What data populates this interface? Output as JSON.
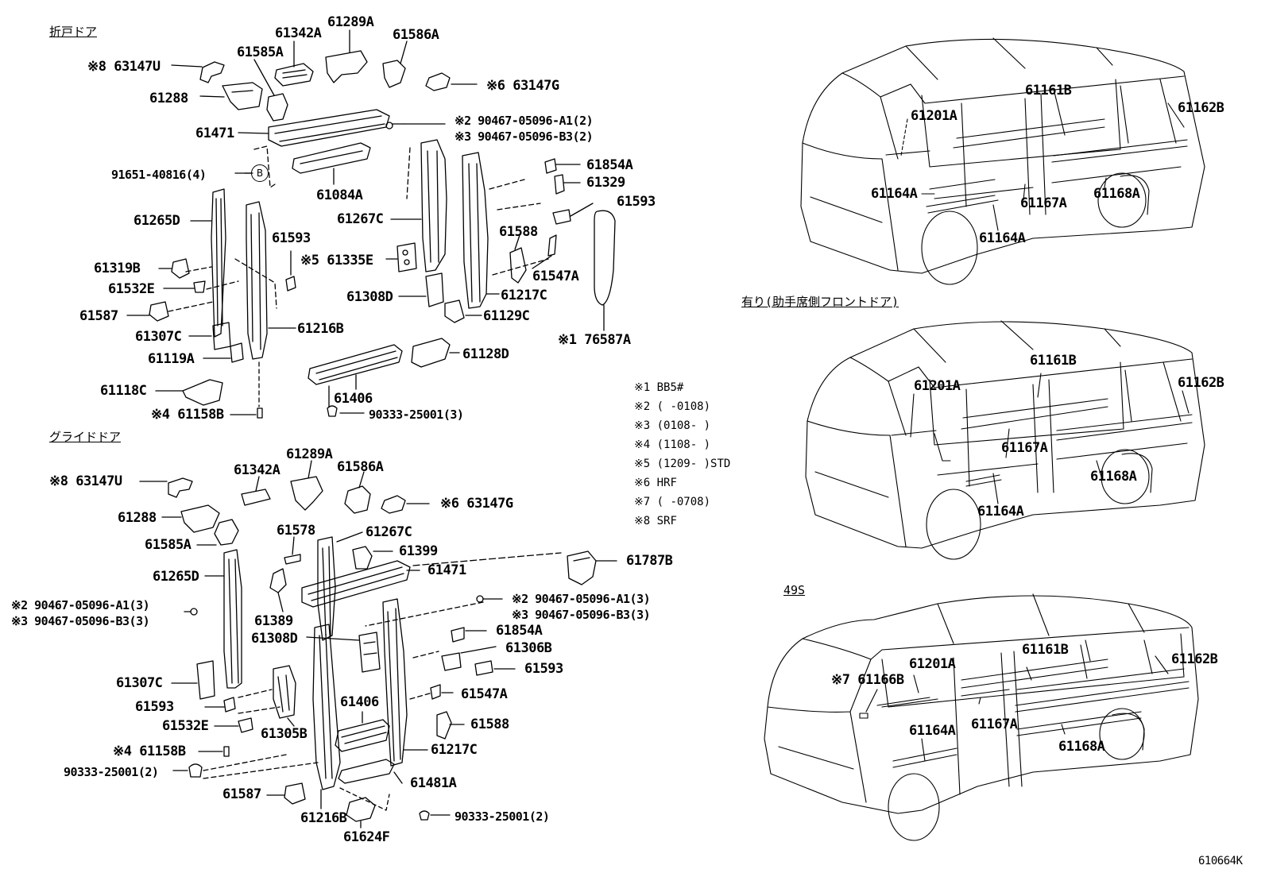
{
  "headers": {
    "folding_door": "折戸ドア",
    "glide_door": "グライドドア",
    "variant_front": "有り(助手席側フロントドア)",
    "variant_49s": "49S"
  },
  "code_ref": "610664K",
  "legend": [
    "※1 BB5#",
    "※2 (      -0108)",
    "※3 (0108-      )",
    "※4 (1108-      )",
    "※5 (1209-      )STD",
    "※6 HRF",
    "※7 (      -0708)",
    "※8 SRF"
  ],
  "folding_parts": {
    "p61342A": "61342A",
    "p61289A": "61289A",
    "p61586A": "61586A",
    "p63147U": "※8 63147U",
    "p61585A": "61585A",
    "p63147G": "※6 63147G",
    "p61288": "61288",
    "p61471": "61471",
    "p90467a": "※2 90467-05096-A1(2)",
    "p90467b": "※3 90467-05096-B3(2)",
    "p91651": "91651-40816(4)",
    "circle_b": "B",
    "p61084A": "61084A",
    "p61854A": "61854A",
    "p61329": "61329",
    "p61593r": "61593",
    "p61265D": "61265D",
    "p61267C": "61267C",
    "p61593": "61593",
    "p61588": "61588",
    "p61319B": "61319B",
    "p61335E": "※5 61335E",
    "p61547A": "61547A",
    "p61532E": "61532E",
    "p61308D": "61308D",
    "p61217C": "61217C",
    "p61587": "61587",
    "p61129C": "61129C",
    "p61307C": "61307C",
    "p61216B": "61216B",
    "p76587A": "※1 76587A",
    "p61119A": "61119A",
    "p61128D": "61128D",
    "p61118C": "61118C",
    "p61406": "61406",
    "p61158B": "※4 61158B",
    "p90333": "90333-25001(3)"
  },
  "glide_parts": {
    "p63147U": "※8 63147U",
    "p61342A": "61342A",
    "p61289A": "61289A",
    "p61586A": "61586A",
    "p63147G": "※6 63147G",
    "p61288": "61288",
    "p61578": "61578",
    "p61267C": "61267C",
    "p61585A": "61585A",
    "p61399": "61399",
    "p61265D": "61265D",
    "p61471": "61471",
    "p61787B": "61787B",
    "p90467a": "※2 90467-05096-A1(3)",
    "p90467b": "※3 90467-05096-B3(3)",
    "p90467c": "※2 90467-05096-A1(3)",
    "p90467d": "※3 90467-05096-B3(3)",
    "p61389": "61389",
    "p61308D": "61308D",
    "p61854A": "61854A",
    "p61306B": "61306B",
    "p61307C": "61307C",
    "p61593r": "61593",
    "p61406": "61406",
    "p61593": "61593",
    "p61547A": "61547A",
    "p61532E": "61532E",
    "p61305B": "61305B",
    "p61588": "61588",
    "p61158B": "※4 61158B",
    "p61217C": "61217C",
    "p90333a": "90333-25001(2)",
    "p61481A": "61481A",
    "p61587": "61587",
    "p90333b": "90333-25001(2)",
    "p61216B": "61216B",
    "p61624F": "61624F"
  },
  "van1": {
    "a": "61201A",
    "b": "61161B",
    "c": "61162B",
    "d": "61164A",
    "e": "61167A",
    "f": "61168A",
    "g": "61164A"
  },
  "van2": {
    "a": "61201A",
    "b": "61161B",
    "c": "61162B",
    "d": "61167A",
    "e": "61168A",
    "f": "61164A"
  },
  "van3": {
    "a": "61201A",
    "b": "61161B",
    "c": "61162B",
    "d": "※7 61166B",
    "e": "61164A",
    "f": "61167A",
    "g": "61168A"
  }
}
